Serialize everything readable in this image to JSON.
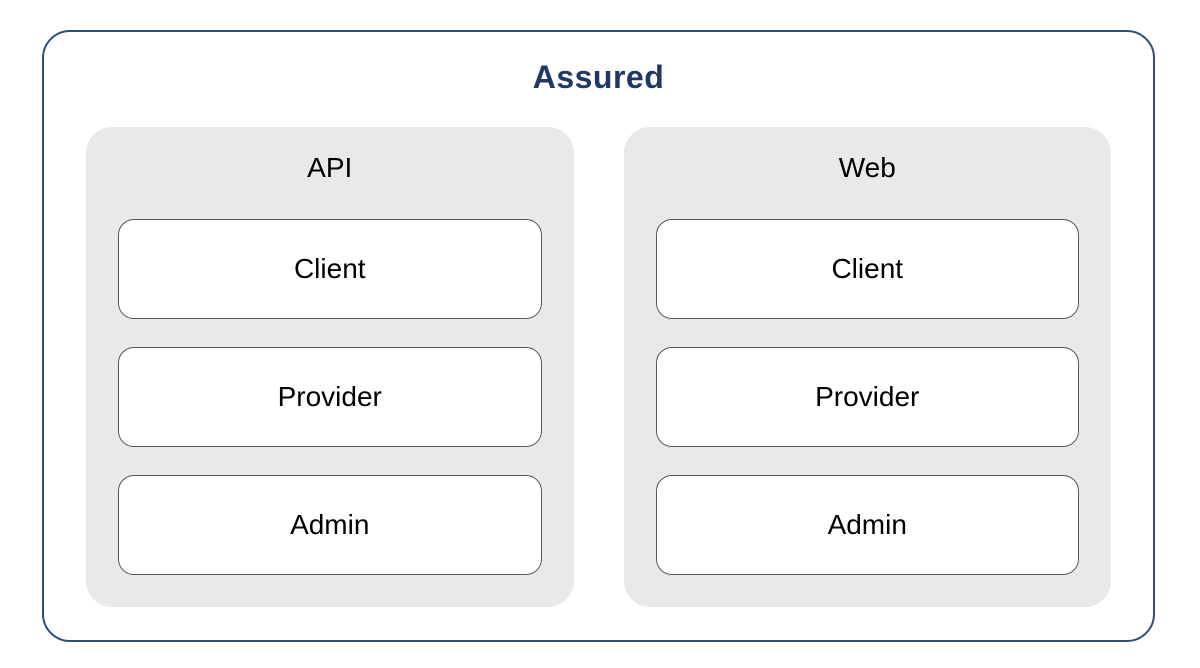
{
  "diagram": {
    "title": "Assured",
    "colors": {
      "outer_border": "#2d4f7c",
      "title_text": "#1f3864",
      "panel_bg": "#e9e9e9",
      "box_bg": "#ffffff",
      "box_border": "#595959",
      "box_text": "#000000"
    },
    "panels": [
      {
        "label": "API",
        "boxes": [
          "Client",
          "Provider",
          "Admin"
        ]
      },
      {
        "label": "Web",
        "boxes": [
          "Client",
          "Provider",
          "Admin"
        ]
      }
    ]
  }
}
